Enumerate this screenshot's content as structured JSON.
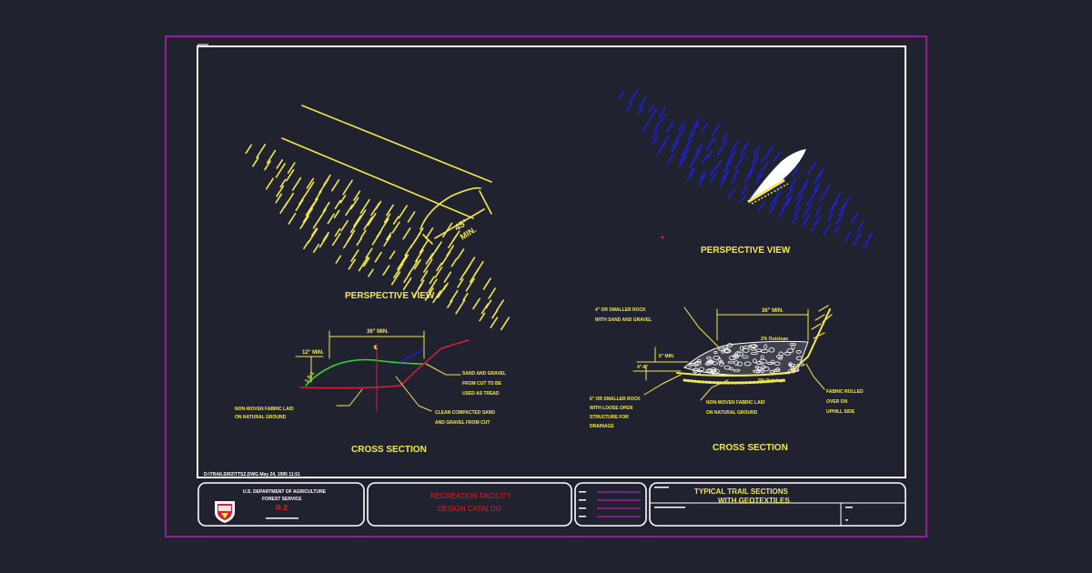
{
  "drawing": {
    "left_top": {
      "view_title": "PERSPECTIVE VIEW",
      "dimension": "45°",
      "dimension_note": "MIN."
    },
    "right_top": {
      "view_title": "PERSPECTIVE VIEW"
    },
    "left_bottom": {
      "view_title": "CROSS SECTION",
      "dim_top": "36\" MIN.",
      "dim_left": "12\" MIN.",
      "slope": "1.5:1",
      "centerline": "℄",
      "note_left": [
        "NON-WOVEN FABRIC LAID",
        "ON NATURAL GROUND"
      ],
      "note_right": [
        "SAND AND GRAVEL",
        "FROM CUT TO BE",
        "USED AS TREAD"
      ],
      "note_bottom": [
        "CLEAN COMPACTED SAND",
        "AND GRAVEL FROM CUT"
      ]
    },
    "right_bottom": {
      "view_title": "CROSS SECTION",
      "dim_top": "36\" MIN.",
      "note_rock_top": [
        "4\" OR SMALLER ROCK",
        "WITH SAND AND GRAVEL"
      ],
      "dim_6": "6\" MIN.",
      "dim_4_8": "4\"-8\"",
      "outslope_top": "2% Outslope",
      "outslope_bottom": "2% Outslope",
      "note_rock_bottom": [
        "6\" OR SMALLER ROCK",
        "WITH LOOSE OPEN",
        "STRUCTURE FOR",
        "DRAINAGE"
      ],
      "note_fabric": [
        "NON-WOVEN FABRIC LAID",
        "ON NATURAL GROUND"
      ],
      "note_fabric_rolled": [
        "FABRIC ROLLED",
        "OVER ON",
        "UPHILL SIDE"
      ]
    },
    "file_stamp": "D:\\TRAILS\\R2\\TTSZ.DWG May 24, 1995 11:51"
  },
  "title_block": {
    "agency_line1": "U.S. DEPARTMENT OF AGRICULTURE",
    "agency_line2": "FOREST SERVICE",
    "region": "R-2",
    "catalog_line1": "RECREATION FACILITY",
    "catalog_line2": "DESIGN CATALOG",
    "sheet_title_line1": "TYPICAL TRAIL SECTIONS",
    "sheet_title_line2": "WITH GEOTEXTILES"
  },
  "colors": {
    "background": "#212230",
    "border": "#ffffff",
    "outer_frame": "#c218c8",
    "primary_line": "#f2e84a",
    "blue_hatch": "#1c22d8",
    "green": "#2fd83a",
    "red": "#d8203a",
    "title_red": "#e02020",
    "magenta": "#d020d0"
  }
}
